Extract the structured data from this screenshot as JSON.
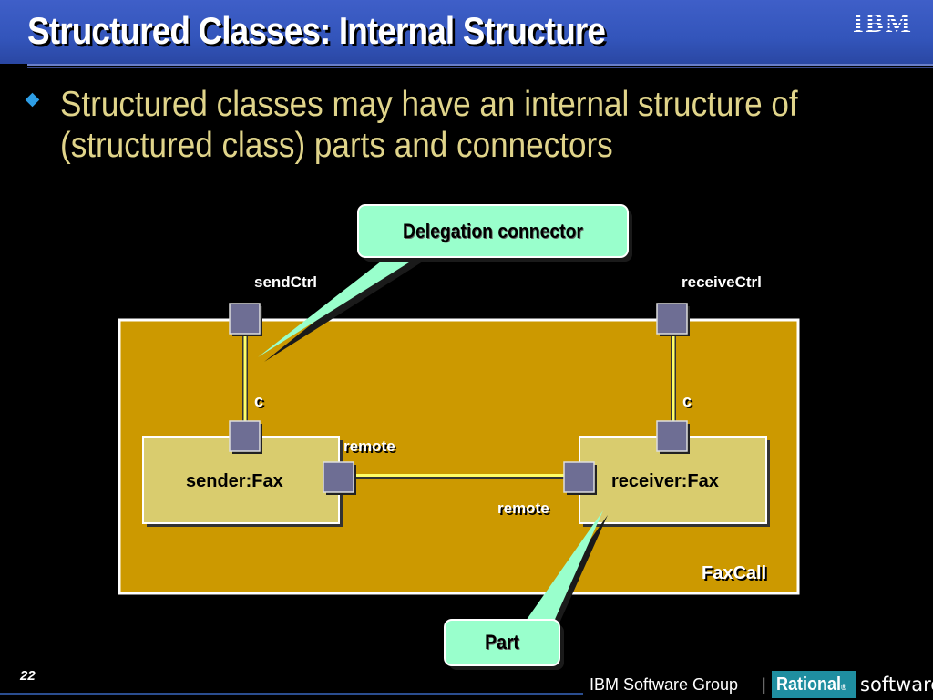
{
  "slide": {
    "title": "Structured Classes: Internal Structure",
    "logo": "IBM",
    "bullet": "Structured classes may have an internal structure of (structured class) parts and connectors",
    "page_number": "22"
  },
  "diagram": {
    "class_name": "FaxCall",
    "ports": {
      "send": "sendCtrl",
      "receive": "receiveCtrl"
    },
    "connector_labels": {
      "left_c": "c",
      "right_c": "c",
      "remote_top": "remote",
      "remote_bottom": "remote"
    },
    "parts": {
      "sender": "sender:Fax",
      "receiver": "receiver:Fax"
    },
    "callouts": {
      "delegation": "Delegation connector",
      "part": "Part"
    }
  },
  "footer": {
    "group": "IBM Software Group",
    "separator": "|",
    "brand": "Rational",
    "registered": "®",
    "product": "software"
  },
  "colors": {
    "title_bar": "#3355bb",
    "bullet_text": "#e0d48a",
    "bullet_marker": "#2e9ee6",
    "class_fill": "#cc9900",
    "part_fill": "#d9cc6e",
    "port_fill": "#6e6e94",
    "callout_fill": "#99ffcc",
    "connector": "#ffff66"
  }
}
